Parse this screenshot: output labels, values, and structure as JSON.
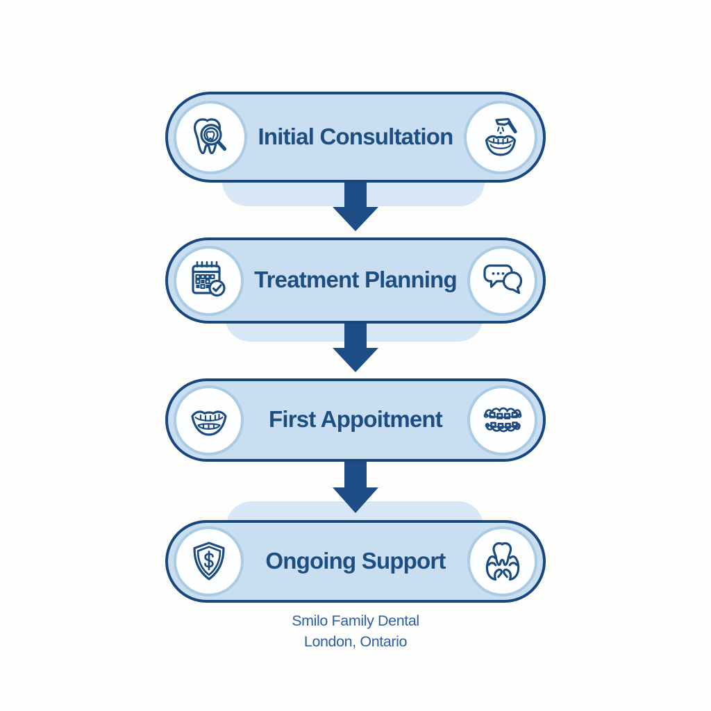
{
  "diagram": {
    "type": "vertical-process-flow",
    "steps": [
      {
        "label": "Initial Consultation",
        "left_icon": "tooth-magnifier-icon",
        "right_icon": "mouth-spray-icon"
      },
      {
        "label": "Treatment Planning",
        "left_icon": "calendar-check-icon",
        "right_icon": "chat-bubbles-icon"
      },
      {
        "label": "First Appoitment",
        "left_icon": "smile-teeth-icon",
        "right_icon": "braces-icon"
      },
      {
        "label": "Ongoing Support",
        "left_icon": "shield-dollar-icon",
        "right_icon": "tooth-in-hands-icon"
      }
    ],
    "connector_count": 3,
    "connector_direction": "down"
  },
  "footer": {
    "line1": "Smilo Family Dental",
    "line2": "London, Ontario"
  },
  "colors": {
    "background": "#fdfdfc",
    "pill_fill": "#c9def0",
    "pill_border": "#16477e",
    "icon_circle_fill": "#fdfeff",
    "icon_circle_ring": "#a9cbe3",
    "icon_stroke": "#1c4b80",
    "arrow": "#1e4d86",
    "halo": "#d8e7f5",
    "title_text": "#1d4e82",
    "footer_text": "#2e5fa3"
  }
}
